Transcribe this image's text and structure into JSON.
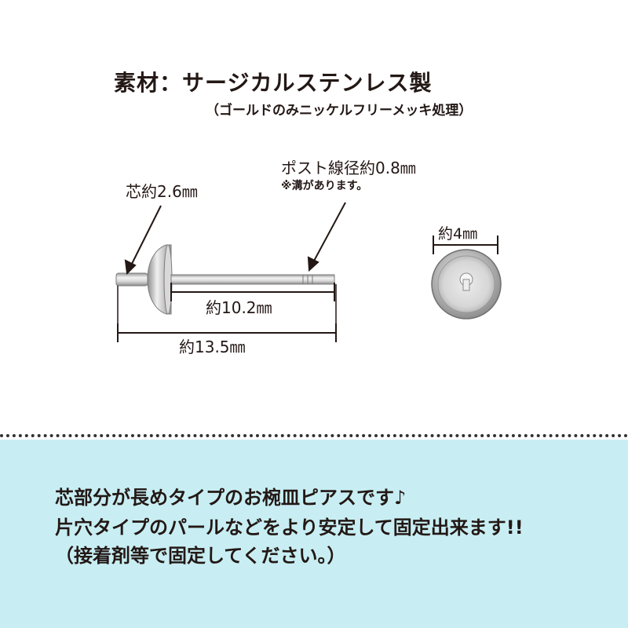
{
  "spec": {
    "material_title": "素材：サージカルステンレス製",
    "material_note": "（ゴールドのみニッケルフリーメッキ処理）",
    "core_dimension": "芯約2.6㎜",
    "post_dimension": "ポスト線径約0.8㎜",
    "groove_note": "※溝があります。",
    "pad_dimension": "約4㎜",
    "short_length": "約10.2㎜",
    "total_length": "約13.5㎜"
  },
  "description": {
    "line1": "芯部分が長めタイプのお椀皿ピアスです♪",
    "line2": "片穴タイプのパールなどをより安定して固定出来ます!!",
    "line3": "（接着剤等で固定してください。）"
  },
  "colors": {
    "text": "#231815",
    "bottom_background": "#c8eef3",
    "metal_light": "#e6e6e6",
    "metal_dark": "#8a8a8a"
  }
}
